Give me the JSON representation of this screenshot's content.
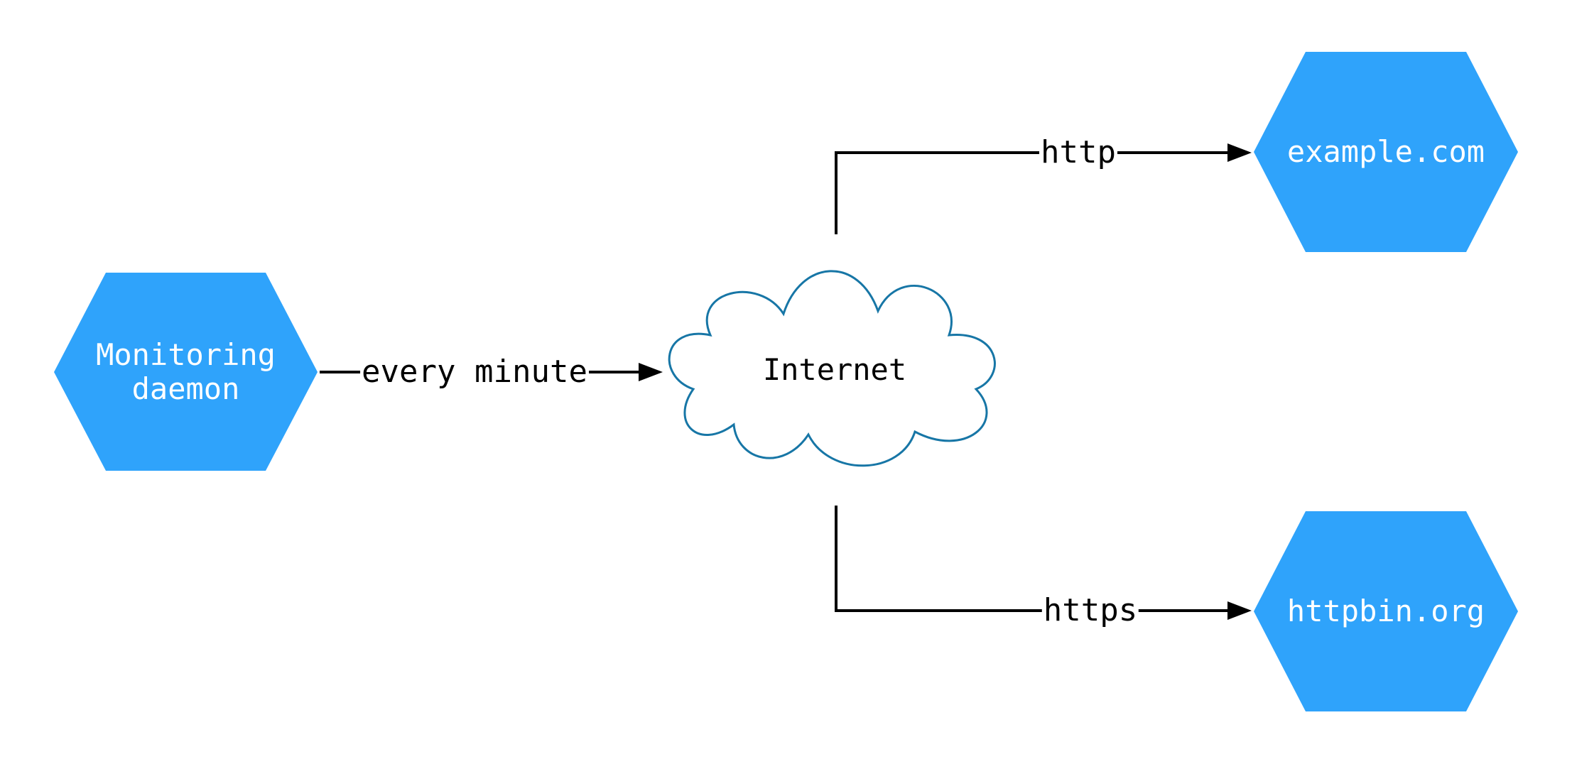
{
  "diagram": {
    "nodes": {
      "monitoring": {
        "shape": "hexagon",
        "lines": [
          "Monitoring",
          "daemon"
        ]
      },
      "internet": {
        "shape": "cloud",
        "label": "Internet"
      },
      "example": {
        "shape": "hexagon",
        "label": "example.com"
      },
      "httpbin": {
        "shape": "hexagon",
        "label": "httpbin.org"
      }
    },
    "edges": [
      {
        "from": "monitoring",
        "to": "internet",
        "label": "every minute"
      },
      {
        "from": "internet",
        "to": "example",
        "label": "http"
      },
      {
        "from": "internet",
        "to": "httpbin",
        "label": "https"
      }
    ],
    "colors": {
      "node_fill": "#2FA3FB",
      "node_text": "#FFFFFF",
      "cloud_stroke": "#1776A6",
      "cloud_fill": "#FFFFFF",
      "edge_color": "#000000",
      "background": "#FFFFFF"
    }
  }
}
